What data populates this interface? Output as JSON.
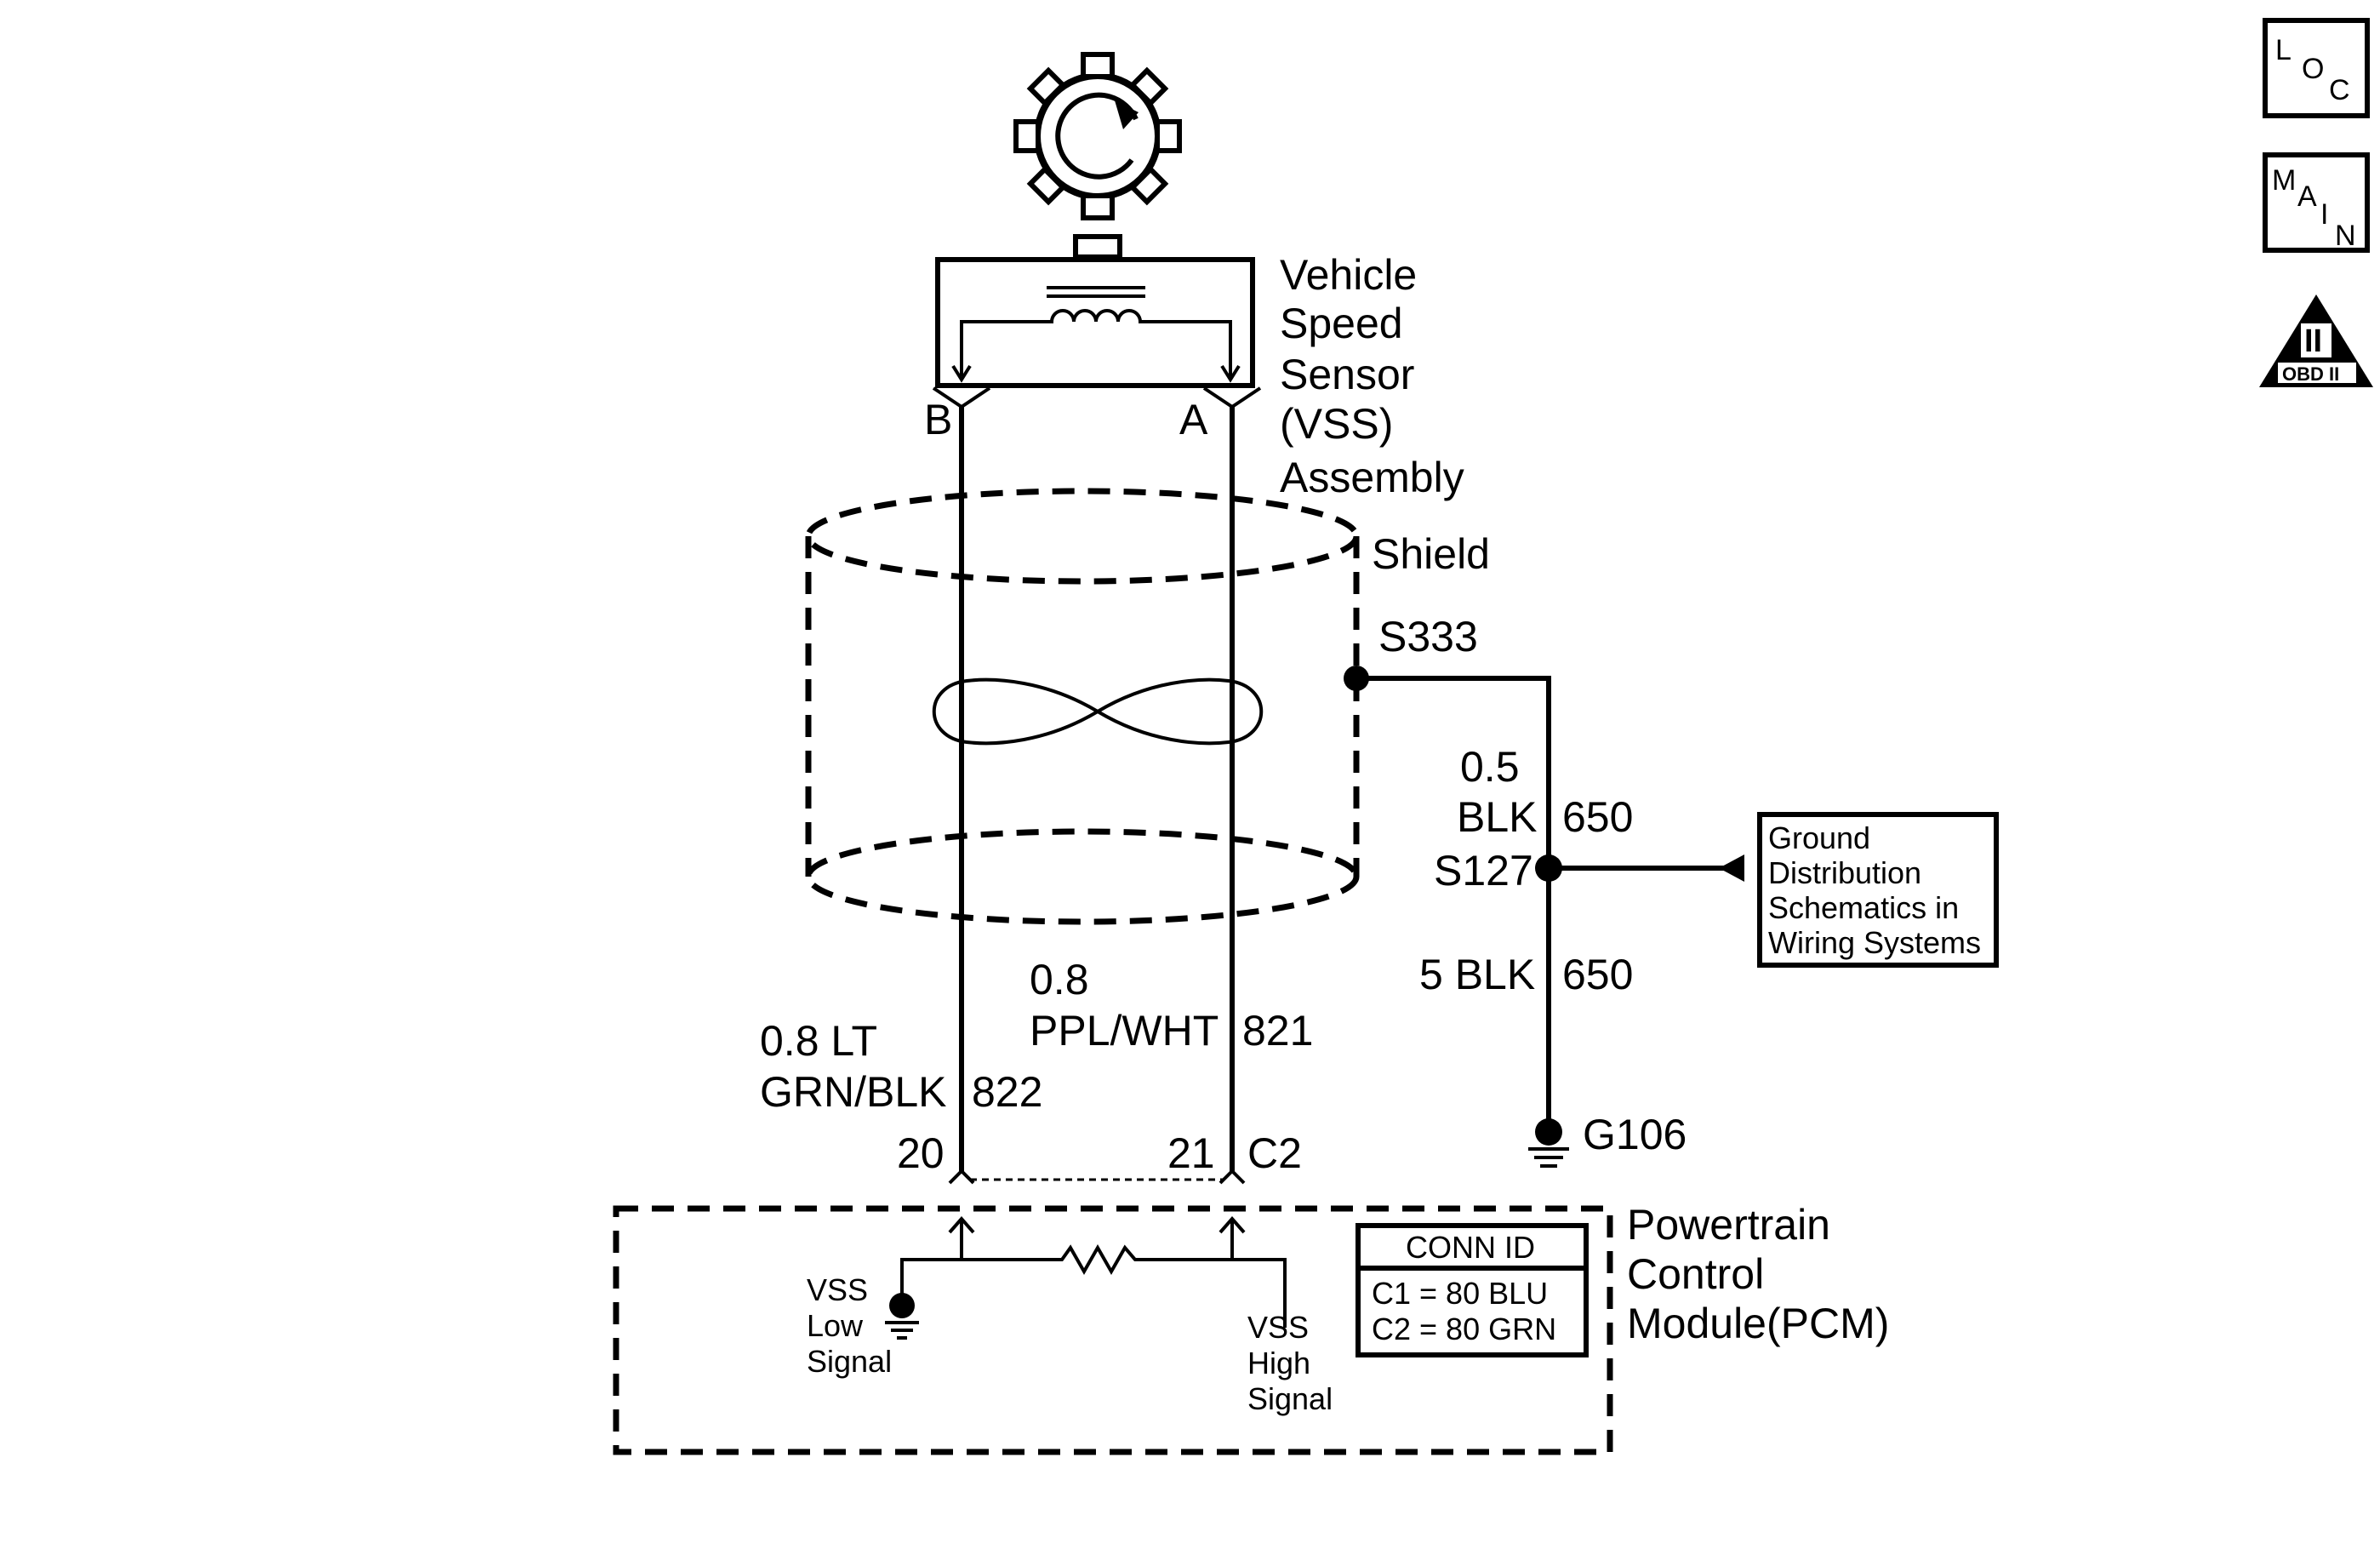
{
  "nav": {
    "loc": {
      "l": "L",
      "o": "O",
      "c": "C"
    },
    "main": {
      "m": "M",
      "a": "A",
      "i": "I",
      "n": "N"
    },
    "obd": {
      "numeral": "II",
      "label": "OBD II"
    }
  },
  "vss": {
    "title_lines": [
      "Vehicle",
      "Speed",
      "Sensor",
      "(VSS)",
      "Assembly"
    ],
    "pin_b": "B",
    "pin_a": "A"
  },
  "shield": {
    "label": "Shield"
  },
  "splices": {
    "s333": "S333",
    "s127": "S127"
  },
  "wires": {
    "ground_upper": {
      "gauge": "0.5",
      "color": "BLK",
      "circuit": "650"
    },
    "ground_lower": {
      "gauge_color": "5 BLK",
      "circuit": "650"
    },
    "low": {
      "gauge_line": "0.8 LT",
      "color_line": "GRN/BLK",
      "circuit": "822"
    },
    "high": {
      "gauge_line": "0.8",
      "color_line": "PPL/WHT",
      "circuit": "821"
    }
  },
  "ground": {
    "label": "G106"
  },
  "ground_ref": {
    "lines": [
      "Ground",
      "Distribution",
      "Schematics in",
      "Wiring Systems"
    ]
  },
  "connector": {
    "pin_low": "20",
    "pin_high": "21",
    "id": "C2"
  },
  "pcm": {
    "title_lines": [
      "Powertrain",
      "Control",
      "Module(PCM)"
    ],
    "low_signal": [
      "VSS",
      "Low",
      "Signal"
    ],
    "high_signal": [
      "VSS",
      "High",
      "Signal"
    ],
    "conn_table": {
      "header": "CONN ID",
      "rows": [
        "C1  =  80 BLU",
        "C2  =  80 GRN"
      ]
    }
  }
}
